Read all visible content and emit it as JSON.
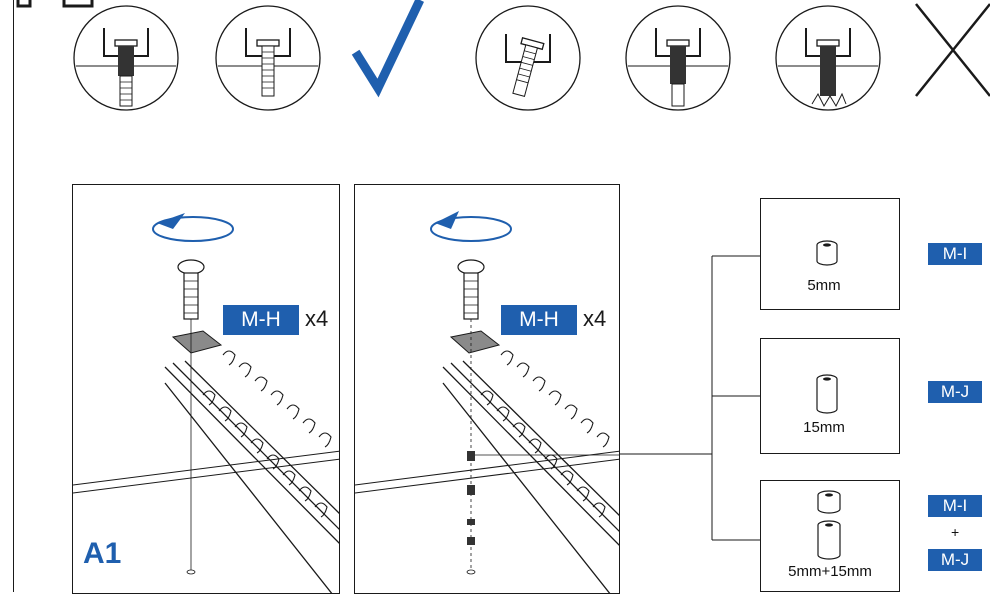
{
  "step": {
    "label": "A1"
  },
  "panels": [
    {
      "tag": "M-H",
      "qty": "x4"
    },
    {
      "tag": "M-H",
      "qty": "x4"
    }
  ],
  "spacers": [
    {
      "label": "5mm",
      "tags": [
        "M-I"
      ]
    },
    {
      "label": "15mm",
      "tags": [
        "M-J"
      ]
    },
    {
      "label": "5mm+15mm",
      "tags": [
        "M-I",
        "M-J"
      ],
      "joiner": "+"
    }
  ],
  "colors": {
    "accent": "#1f5fae",
    "line": "#1a1a1a"
  },
  "icons": {
    "correct": "check-mark-icon",
    "incorrect": "cross-mark-icon"
  }
}
